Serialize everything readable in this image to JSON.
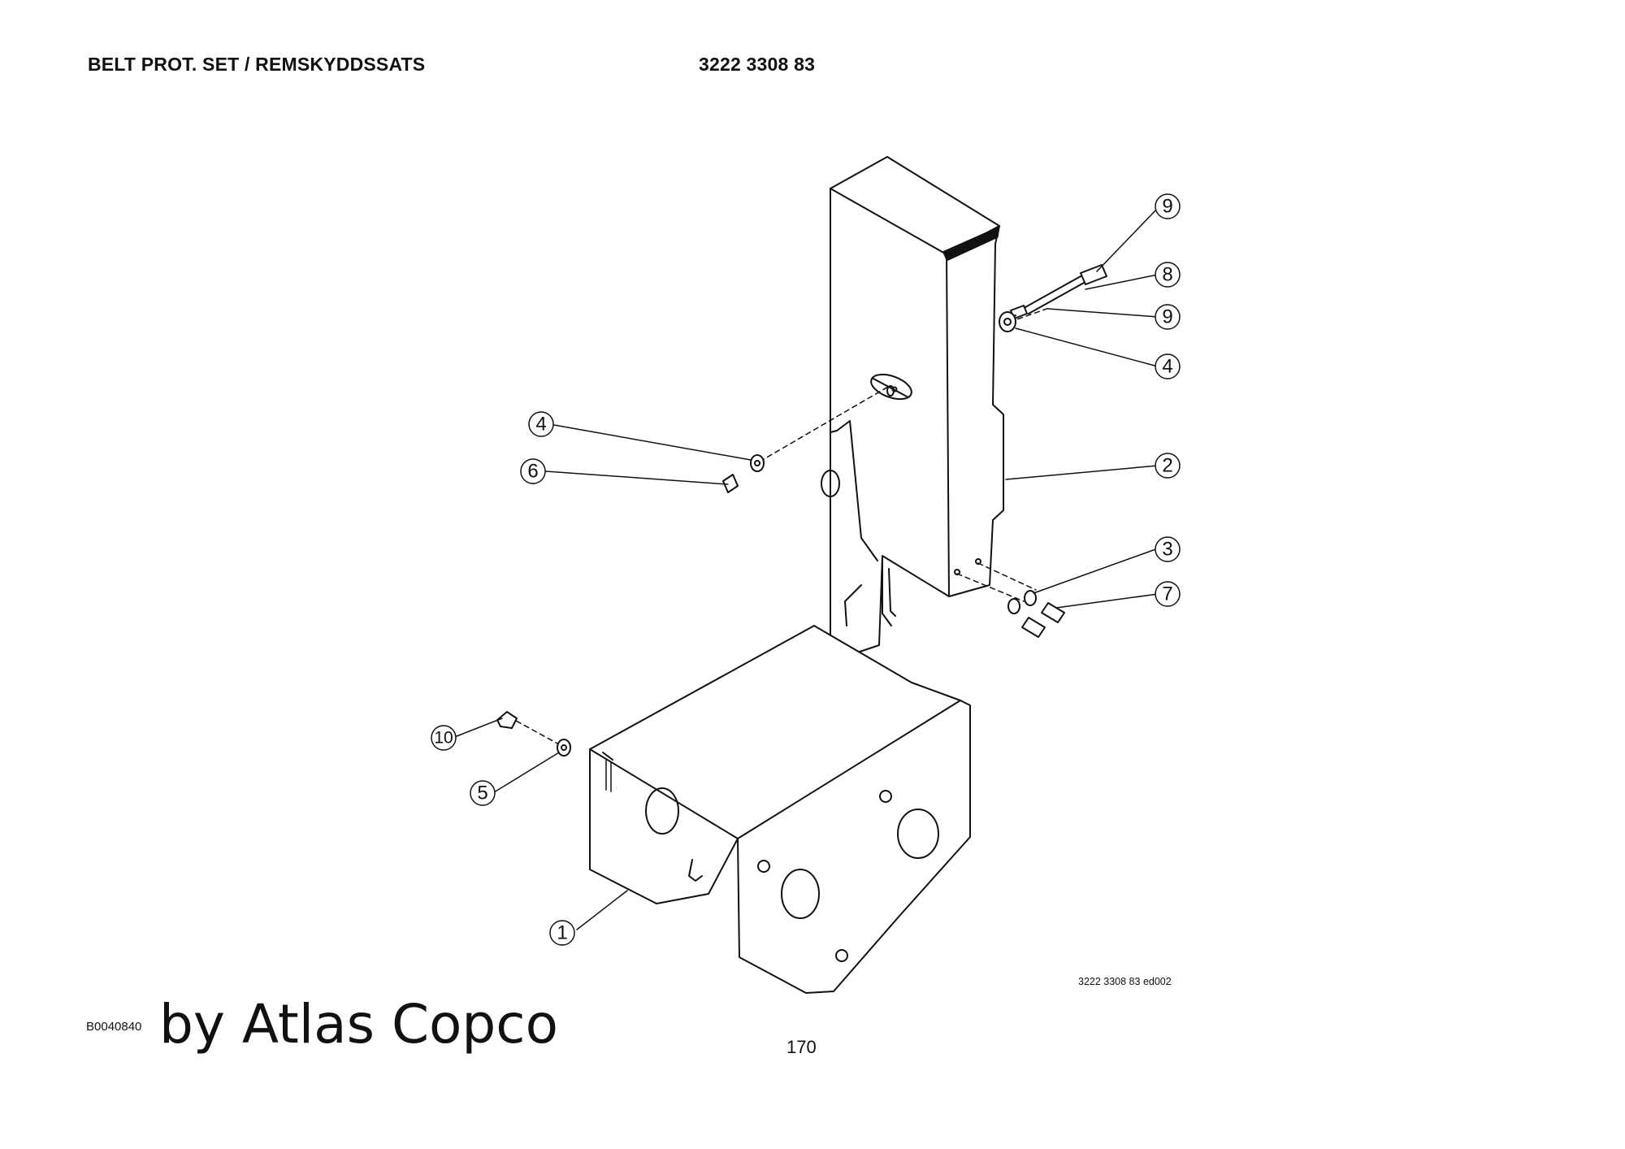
{
  "header": {
    "title": "BELT PROT. SET / REMSKYDDSSATS",
    "part_number": "3222 3308 83"
  },
  "diagram": {
    "callouts": [
      "9",
      "8",
      "9",
      "4",
      "4",
      "6",
      "2",
      "3",
      "7",
      "10",
      "5",
      "1"
    ],
    "drawing_id": "3222 3308 83 ed002"
  },
  "footer": {
    "doc_code": "B0040840",
    "brand": "by Atlas Copco",
    "page_number": "170"
  }
}
